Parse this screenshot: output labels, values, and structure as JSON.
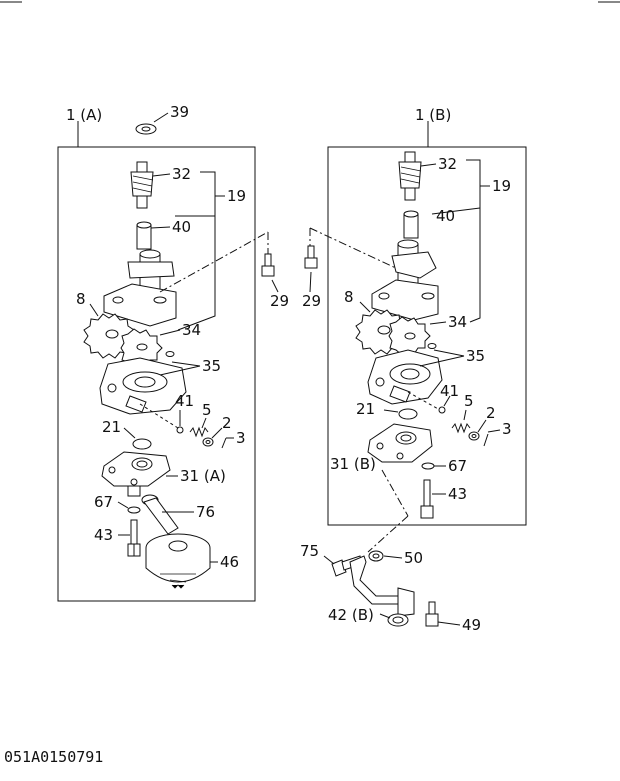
{
  "assemblies": {
    "a": {
      "label": "1 (A)"
    },
    "b": {
      "label": "1 (B)"
    }
  },
  "callouts": {
    "a_39": "39",
    "a_32": "32",
    "a_19": "19",
    "a_40": "40",
    "a_8": "8",
    "a_34": "34",
    "a_35": "35",
    "a_41": "41",
    "a_5": "5",
    "a_2": "2",
    "a_3": "3",
    "a_21": "21",
    "a_31": "31 (A)",
    "a_76": "76",
    "a_67": "67",
    "a_43": "43",
    "a_46": "46",
    "c_29a": "29",
    "c_29b": "29",
    "b_32": "32",
    "b_19": "19",
    "b_40": "40",
    "b_8": "8",
    "b_34": "34",
    "b_35": "35",
    "b_41": "41",
    "b_5": "5",
    "b_2": "2",
    "b_3": "3",
    "b_21": "21",
    "b_31": "31 (B)",
    "b_67": "67",
    "b_43": "43",
    "b_75": "75",
    "b_50": "50",
    "b_42": "42 (B)",
    "b_49": "49"
  },
  "drawing_code": "051A0150791"
}
